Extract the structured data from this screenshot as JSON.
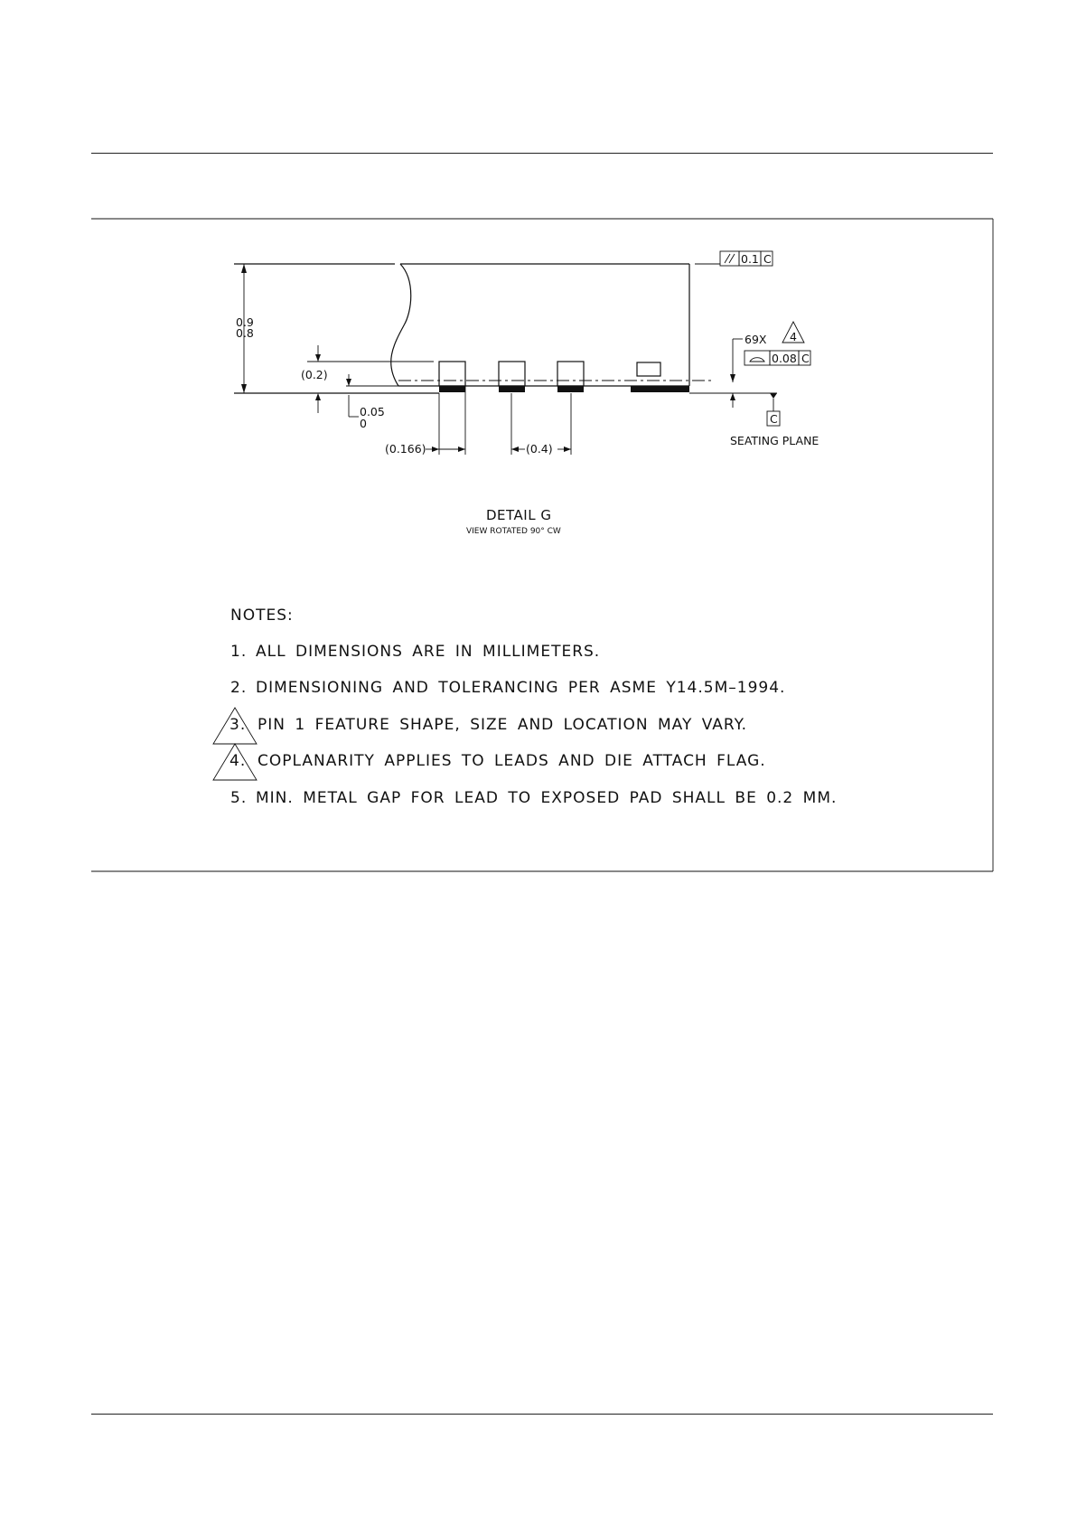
{
  "dimensions": {
    "height_max": "0.9",
    "height_min": "0.8",
    "lead_height": "(0.2)",
    "standoff_max": "0.05",
    "standoff_min": "0",
    "lead_width": "(0.166)",
    "pitch": "(0.4)"
  },
  "gdt": {
    "parallelism_value": "0.1",
    "parallelism_datum": "C",
    "lead_count": "69X",
    "coplanarity_note_ref": "4",
    "profile_value": "0.08",
    "profile_datum": "C",
    "datum_label": "C",
    "seating_plane": "SEATING PLANE"
  },
  "detail": {
    "title": "DETAIL G",
    "subtitle": "VIEW ROTATED 90° CW"
  },
  "notes": {
    "heading": "NOTES:",
    "items": [
      {
        "number": "1.",
        "text": "ALL DIMENSIONS ARE IN MILLIMETERS.",
        "flagged": false
      },
      {
        "number": "2.",
        "text": "DIMENSIONING AND TOLERANCING PER ASME Y14.5M–1994.",
        "flagged": false
      },
      {
        "number": "3.",
        "text": "PIN 1 FEATURE SHAPE, SIZE AND LOCATION MAY VARY.",
        "flagged": true
      },
      {
        "number": "4.",
        "text": "COPLANARITY APPLIES TO LEADS AND DIE ATTACH FLAG.",
        "flagged": true
      },
      {
        "number": "5.",
        "text": "MIN. METAL GAP FOR LEAD TO EXPOSED PAD SHALL BE 0.2 MM.",
        "flagged": false
      }
    ]
  }
}
